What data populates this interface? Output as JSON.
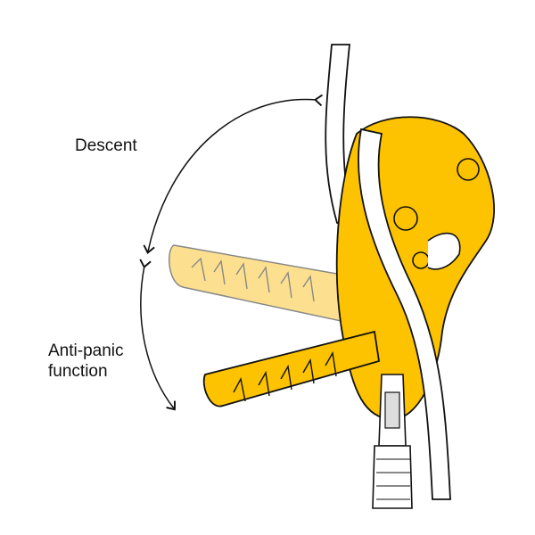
{
  "labels": {
    "descent": "Descent",
    "anti_panic_line1": "Anti-panic",
    "anti_panic_line2": "function"
  },
  "colors": {
    "device": "#FDC300",
    "handle_ghost": "#FCE08F",
    "outline": "#111111",
    "rope": "#FFFFFF"
  }
}
